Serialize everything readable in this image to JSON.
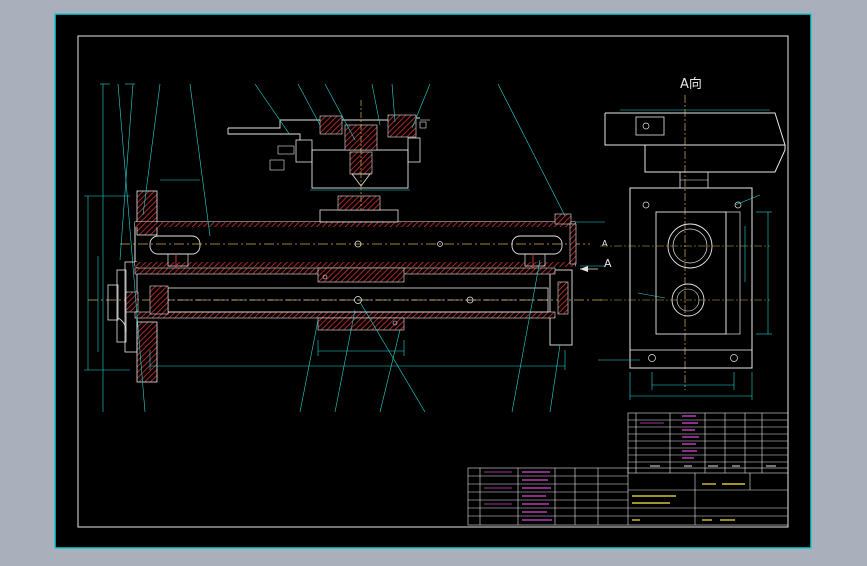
{
  "view": {
    "label": "A向",
    "arrow_letter_side": "A",
    "arrow_letter_bottom": "A"
  },
  "colors": {
    "background": "#a9b0bb",
    "paper": "#000000",
    "frame": "#18c9d2",
    "geometry": "#e6e6e6",
    "hatch": "#d23232",
    "dimension": "#25d6d6",
    "leader": "#25d6d6",
    "centerline": "#d9b14a",
    "table_text": "#dd44dd",
    "table_line": "#e6e6e6",
    "title_yellow": "#d8c23a"
  },
  "title_block": {
    "title_cells": [
      "",
      "",
      ""
    ],
    "bottom_cells": [
      "",
      ""
    ]
  }
}
